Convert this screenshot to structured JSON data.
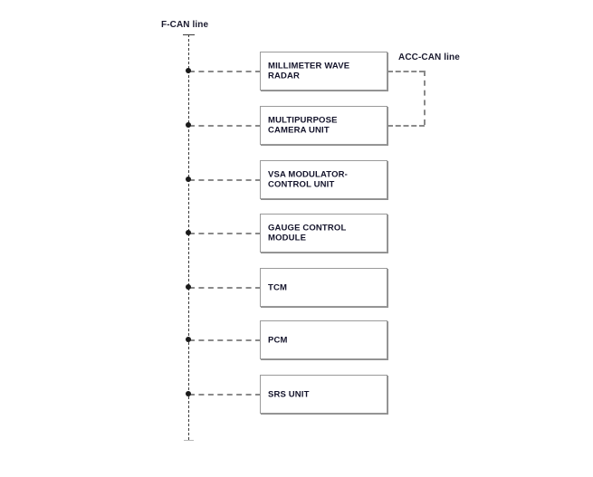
{
  "diagram": {
    "title_visible": false,
    "bus_labels": {
      "f_can": "F-CAN line",
      "acc_can": "ACC-CAN line"
    },
    "colors": {
      "line": "#8a8a8a",
      "bus": "#3a3a3a",
      "box_border": "#9a9a9a",
      "text": "#14142b",
      "background": "#ffffff"
    },
    "units": [
      {
        "id": "millimeter-wave-radar",
        "label": "MILLIMETER WAVE\nRADAR",
        "acc_can": true
      },
      {
        "id": "multipurpose-camera-unit",
        "label": "MULTIPURPOSE\nCAMERA UNIT",
        "acc_can": true
      },
      {
        "id": "vsa-modulator-control-unit",
        "label": "VSA MODULATOR-\nCONTROL UNIT",
        "acc_can": false
      },
      {
        "id": "gauge-control-module",
        "label": "GAUGE CONTROL\nMODULE",
        "acc_can": false
      },
      {
        "id": "tcm",
        "label": "TCM",
        "acc_can": false
      },
      {
        "id": "pcm",
        "label": "PCM",
        "acc_can": false
      },
      {
        "id": "srs-unit",
        "label": "SRS UNIT",
        "acc_can": false
      }
    ]
  }
}
